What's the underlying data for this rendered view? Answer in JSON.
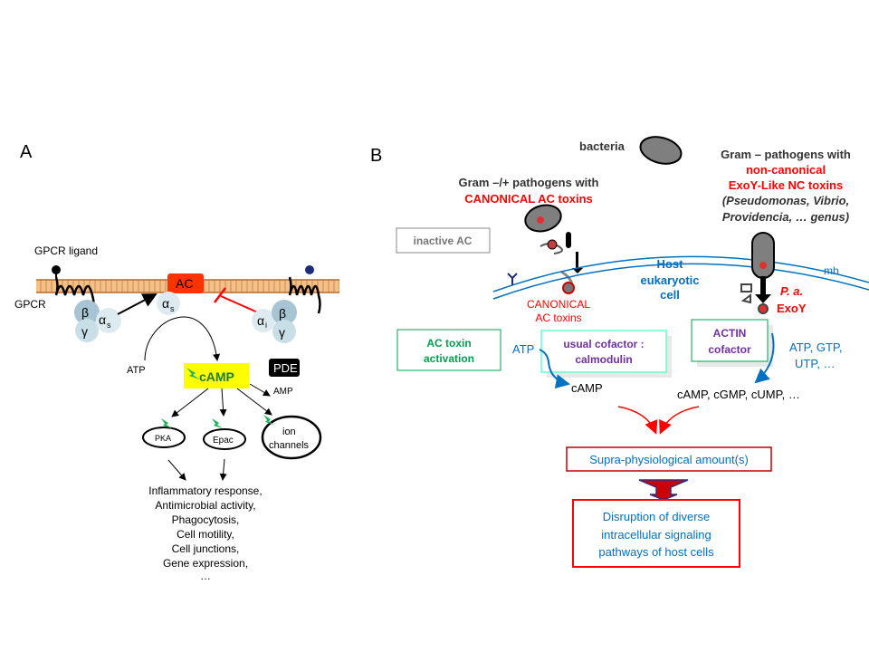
{
  "panel_a": {
    "label": "A",
    "gpcr_ligand": "GPCR ligand",
    "gpcr": "GPCR",
    "beta": "β",
    "gamma": "γ",
    "alpha": "α",
    "alpha_s_sub": "s",
    "alpha_i_sub": "i",
    "ac": "AC",
    "atp": "ATP",
    "camp": "cAMP",
    "pde": "PDE",
    "amp": "AMP",
    "pka": "PKA",
    "epac": "Epac",
    "ion_channels_1": "ion",
    "ion_channels_2": "channels",
    "effects": [
      "Inflammatory response,",
      "Antimicrobial activity,",
      "Phagocytosis,",
      "Cell motility,",
      "Cell junctions,",
      "Gene expression,",
      "…"
    ]
  },
  "panel_b": {
    "label": "B",
    "bacteria": "bacteria",
    "gram_canonical_1": "Gram –/+ pathogens with",
    "gram_canonical_2": "CANONICAL AC toxins",
    "gram_nc_1": "Gram – pathogens with",
    "gram_nc_2": "non-canonical",
    "gram_nc_3": "ExoY-Like NC toxins",
    "gram_nc_4": "(Pseudomonas, Vibrio,",
    "gram_nc_5": "Providencia, … genus)",
    "inactive_ac": "inactive AC",
    "host_1": "Host",
    "host_2": "eukaryotic",
    "host_3": "cell",
    "mb": "mb",
    "canonical_toxins_1": "CANONICAL",
    "canonical_toxins_2": "AC toxins",
    "pa": "P. a.",
    "exoy": "ExoY",
    "ac_activation_1": "AC toxin",
    "ac_activation_2": "activation",
    "atp": "ATP",
    "cofactor_1": "usual cofactor :",
    "cofactor_2": "calmodulin",
    "actin_1": "ACTIN",
    "actin_2": "cofactor",
    "nucleotides_1": "ATP, GTP,",
    "nucleotides_2": "UTP, …",
    "camp": "cAMP",
    "cyclic_products": "cAMP, cGMP, cUMP, …",
    "supra": "Supra-physiological amount(s)",
    "disruption_1": "Disruption of diverse",
    "disruption_2": "intracellular signaling",
    "disruption_3": "pathways of host cells"
  },
  "colors": {
    "membrane": "#e8a35f",
    "ac_box": "#ff3300",
    "camp_box": "#ffff00",
    "red_text": "#ff0000",
    "blue_text": "#0070c0",
    "purple_text": "#7030a0",
    "green_border": "#00a050",
    "cofactor_border": "#66ffcc"
  }
}
